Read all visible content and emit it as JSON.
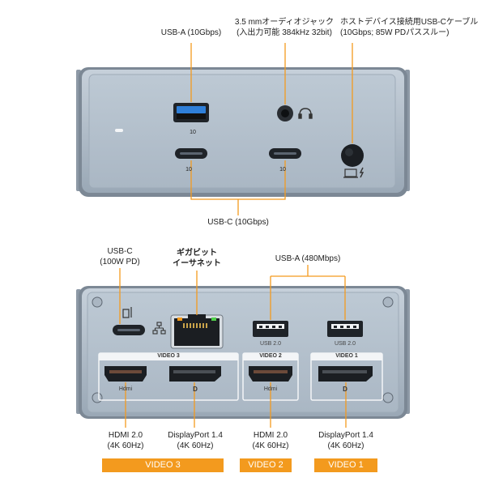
{
  "top": {
    "usba_label": "USB-A (10Gbps)",
    "audio_label_1": "3.5 mmオーディオジャック",
    "audio_label_2": "(入出力可能 384kHz 32bit)",
    "host_label_1": "ホストデバイス接続用USB-Cケーブル",
    "host_label_2": "(10Gbps; 85W PDパススルー)",
    "usbc_label": "USB-C (10Gbps)",
    "port_mark_10": "10"
  },
  "bottom": {
    "usbc_pd_label_1": "USB-C",
    "usbc_pd_label_2": "(100W PD)",
    "ethernet_label_1": "ギガビット",
    "ethernet_label_2": "イーサネット",
    "usba480_label": "USB-A (480Mbps)",
    "usb20_mark": "USB 2.0",
    "video3_header": "VIDEO 3",
    "video2_header": "VIDEO 2",
    "video1_header": "VIDEO 1",
    "hdmi_mark": "Hdmi",
    "dp_mark": "D",
    "hdmi3_label_1": "HDMI 2.0",
    "hdmi3_label_2": "(4K 60Hz)",
    "dp3_label_1": "DisplayPort 1.4",
    "dp3_label_2": "(4K 60Hz)",
    "hdmi2_label_1": "HDMI 2.0",
    "hdmi2_label_2": "(4K 60Hz)",
    "dp1_label_1": "DisplayPort 1.4",
    "dp1_label_2": "(4K 60Hz)",
    "video3_bar": "VIDEO 3",
    "video2_bar": "VIDEO 2",
    "video1_bar": "VIDEO 1"
  },
  "colors": {
    "body": "#a9b6c3",
    "panel": "#b9c5d1",
    "leader": "#f39a1e",
    "bar": "#f39a1e"
  }
}
